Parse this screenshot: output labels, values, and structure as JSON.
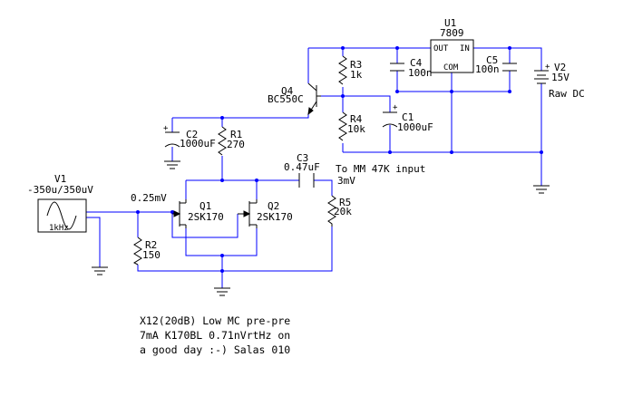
{
  "labels": {
    "u1_ref": "U1",
    "u1_value": "7809",
    "u1_out": "OUT",
    "u1_in": "IN",
    "u1_com": "COM",
    "c4_ref": "C4",
    "c4_value": "100n",
    "c5_ref": "C5",
    "c5_value": "100n",
    "v2_ref": "V2",
    "v2_value": "15V",
    "v2_desc": "Raw DC",
    "r3_ref": "R3",
    "r3_value": "1k",
    "q4_ref": "Q4",
    "q4_value": "BC550C",
    "r4_ref": "R4",
    "r4_value": "10k",
    "c1_ref": "C1",
    "c1_value": "1000uF",
    "c2_ref": "C2",
    "c2_value": "1000uF",
    "r1_ref": "R1",
    "r1_value": "270",
    "c3_ref": "C3",
    "c3_value": "0.47uF",
    "output_label": "To MM 47K input",
    "output_level": "3mV",
    "v1_ref": "V1",
    "v1_value": "-350u/350uV",
    "v1_freq": "1kHz",
    "input_level": "0.25mV",
    "q1_ref": "Q1",
    "q1_value": "2SK170",
    "q2_ref": "Q2",
    "q2_value": "2SK170",
    "r5_ref": "R5",
    "r5_value": "20k",
    "r2_ref": "R2",
    "r2_value": "150"
  },
  "note": {
    "line1": "X12(20dB) Low MC pre-pre",
    "line2": "7mA K170BL 0.71nVrtHz on",
    "line3": "a good day :-) Salas 010"
  },
  "colors": {
    "wire": "#0000ff",
    "component": "#000000",
    "background": "#ffffff"
  }
}
